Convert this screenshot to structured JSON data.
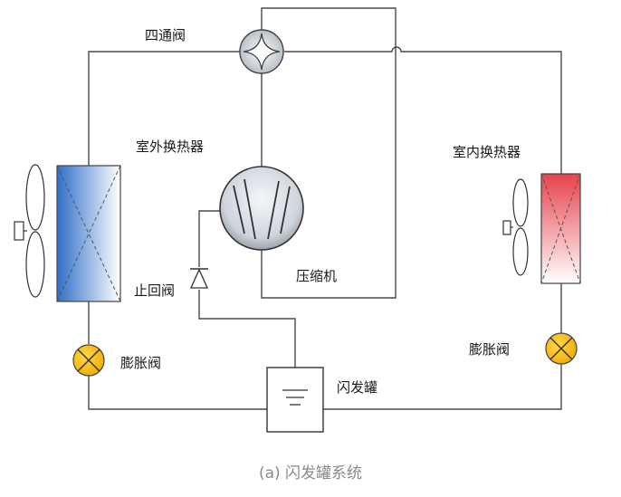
{
  "labels": {
    "four_way_valve": "四通阀",
    "outdoor_hx": "室外换热器",
    "indoor_hx": "室内换热器",
    "check_valve": "止回阀",
    "compressor": "压缩机",
    "expansion_valve_left": "膨胀阀",
    "expansion_valve_right": "膨胀阀",
    "flash_tank": "闪发罐"
  },
  "caption": "(a) 闪发罐系统",
  "colors": {
    "outdoor_hx": "#2f6fc7",
    "indoor_hx": "#e8424c",
    "expansion_valve": "#f5b800",
    "pipe": "#4a4a4a"
  }
}
